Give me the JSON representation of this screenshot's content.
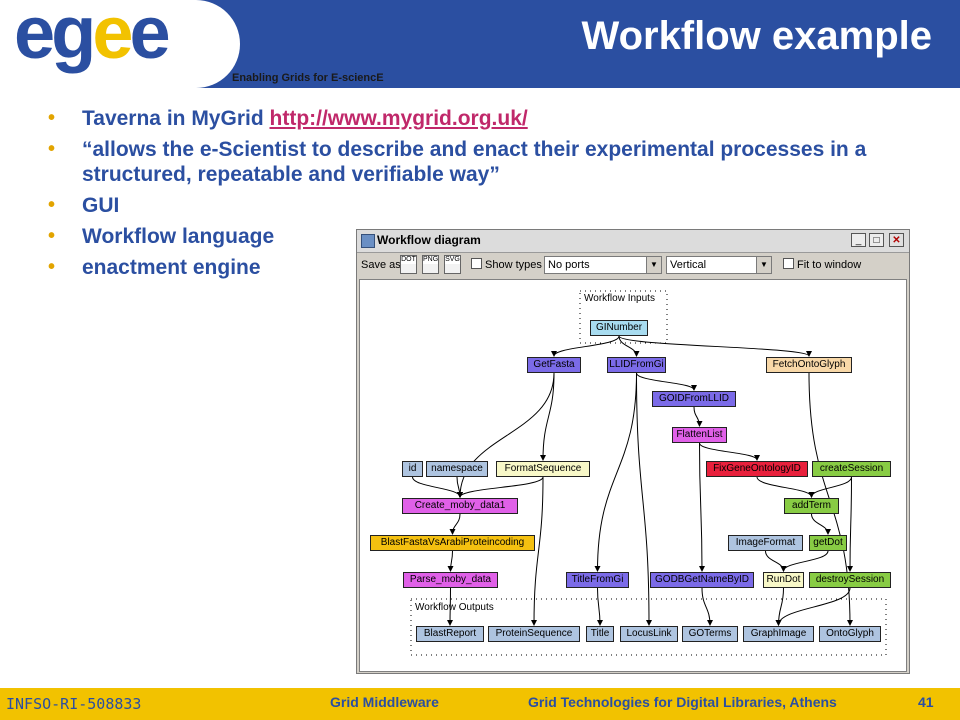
{
  "header": {
    "logo_part1": "eg",
    "logo_part2": "e",
    "logo_part3": "e",
    "tagline": "Enabling Grids for E-sciencE",
    "title": "Workflow example"
  },
  "bullets": [
    {
      "text": "Taverna in MyGrid ",
      "link": "http://www.mygrid.org.uk/"
    },
    {
      "text": "“allows the e-Scientist to describe and enact their experimental processes in a structured, repeatable and verifiable way”"
    },
    {
      "text": "GUI"
    },
    {
      "text": "Workflow language"
    },
    {
      "text": "enactment engine"
    }
  ],
  "bullet_glyph": "•",
  "window": {
    "title": "Workflow diagram",
    "min_glyph": "_",
    "max_glyph": "□",
    "close_glyph": "✕",
    "toolbar": {
      "save_as": "Save as",
      "formats": [
        "DOT",
        "PNG",
        "SVG"
      ],
      "show_types": "Show types",
      "ports_value": "No ports",
      "orientation_value": "Vertical",
      "fit_to_window": "Fit to window",
      "dropdown_glyph": "▼"
    },
    "regions": {
      "inputs_label": "Workflow Inputs",
      "outputs_label": "Workflow Outputs"
    },
    "nodes": [
      {
        "label": "GINumber",
        "color": "#a8dcf0"
      },
      {
        "label": "GetFasta",
        "color": "#7b6be8"
      },
      {
        "label": "LLIDFromGi",
        "color": "#7b6be8"
      },
      {
        "label": "FetchOntoGlyph",
        "color": "#f8d8a8"
      },
      {
        "label": "GOIDFromLLID",
        "color": "#7b6be8"
      },
      {
        "label": "FlattenList",
        "color": "#e060e8"
      },
      {
        "label": "id",
        "color": "#aec4e0"
      },
      {
        "label": "namespace",
        "color": "#aec4e0"
      },
      {
        "label": "FormatSequence",
        "color": "#f8f8c8"
      },
      {
        "label": "FixGeneOntologyID",
        "color": "#e8203c"
      },
      {
        "label": "createSession",
        "color": "#88cc44"
      },
      {
        "label": "Create_moby_data1",
        "color": "#e060e8"
      },
      {
        "label": "addTerm",
        "color": "#88cc44"
      },
      {
        "label": "BlastFastaVsArabiProteincoding",
        "color": "#f4c010"
      },
      {
        "label": "ImageFormat",
        "color": "#aec4e0"
      },
      {
        "label": "getDot",
        "color": "#88cc44"
      },
      {
        "label": "Parse_moby_data",
        "color": "#e060e8"
      },
      {
        "label": "TitleFromGi",
        "color": "#7b6be8"
      },
      {
        "label": "GODBGetNameByID",
        "color": "#7b6be8"
      },
      {
        "label": "RunDot",
        "color": "#f8f8c8"
      },
      {
        "label": "destroySession",
        "color": "#88cc44"
      },
      {
        "label": "BlastReport",
        "color": "#aec4e0"
      },
      {
        "label": "ProteinSequence",
        "color": "#aec4e0"
      },
      {
        "label": "Title",
        "color": "#aec4e0"
      },
      {
        "label": "LocusLink",
        "color": "#aec4e0"
      },
      {
        "label": "GOTerms",
        "color": "#aec4e0"
      },
      {
        "label": "GraphImage",
        "color": "#aec4e0"
      },
      {
        "label": "OntoGlyph",
        "color": "#aec4e0"
      }
    ]
  },
  "footer": {
    "project_id": "INFSO-RI-508833",
    "section": "Grid Middleware",
    "event": "Grid Technologies for Digital Libraries, Athens",
    "page_number": "41"
  },
  "colors": {
    "header_blue": "#2b4fa1",
    "footer_yellow": "#f2c200",
    "link_color": "#c0286a"
  }
}
